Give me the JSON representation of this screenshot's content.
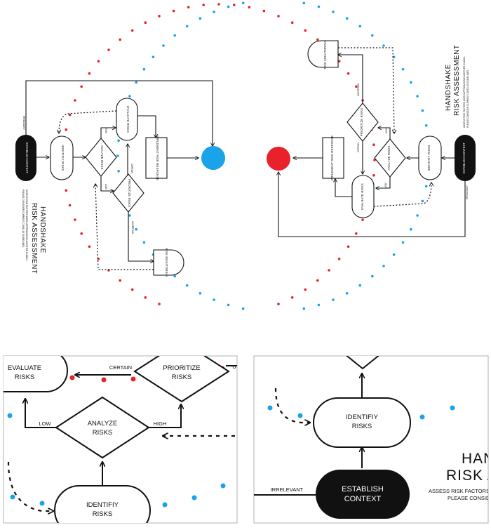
{
  "colors": {
    "accent_blue": "#1aa3e8",
    "accent_red": "#e8212b",
    "ink": "#111111",
    "panel_border": "#bdbdbd"
  },
  "left_diagram": {
    "title_line1": "HANDSHAKE",
    "title_line2": "RISK ASSESSMENT",
    "subtitle_line1": "ASSESS RISK FACTORS WHEN APPROACHING ANOTHER HUMAN.",
    "subtitle_line2": "PLEASE CONSIDER CURRENT COVID-19 GUIDELINES.",
    "establish_context": "ESTABLISH CONTEXT",
    "identify_risks": "IDENTIFIY RISKS",
    "analyze_risks": "ANALYZE RISKS",
    "evaluate_risks": "EVALUATE RISKS",
    "prioritize_risks": "PRIORITIZE RISKS",
    "implement_risk_response": "IMPLEMENT RISK RESPONSE",
    "risk_monitoring": "RISK MONITORING",
    "edge_irrelevant": "IRRELEVANT",
    "edge_low": "LOW",
    "edge_high": "HIGH",
    "edge_certain": "CERTAIN",
    "edge_uncertain": "UNCERTAIN"
  },
  "right_diagram": {
    "title_line1": "HANDSHAKE",
    "title_line2": "RISK ASSESSMENT",
    "subtitle_line1": "ASSESS RISK FACTORS WHEN APPROACHING ANOTHER HUMAN.",
    "subtitle_line2": "PLEASE CONSIDER CURRENT COVID-19 GUIDELINES.",
    "establish_context": "ESTABLISH CONTEXT",
    "identify_risks": "IDENTIFIY RISKS",
    "analyze_risks": "ANALYZE RISKS",
    "evaluate_risks": "EVALUATE RISKS",
    "prioritize_risks": "PRIORITIZE RISKS",
    "implement_risk_response": "IMPLEMENT RISK RESPONSE",
    "risk_monitoring": "RISK MONITORING",
    "edge_irrelevant": "IRRELEVANT",
    "edge_low": "LOW",
    "edge_high": "HIGH",
    "edge_certain": "CERTAIN",
    "edge_uncertain": "UNCERTAIN"
  },
  "zoom_left": {
    "evaluate_line1": "EVALUATE",
    "evaluate_line2": "RISKS",
    "prioritize_line1": "PRIORITIZE",
    "prioritize_line2": "RISKS",
    "analyze_line1": "ANALYZE",
    "analyze_line2": "RISKS",
    "identify_line1": "IDENTIFIY",
    "identify_line2": "RISKS",
    "edge_certain": "CERTAIN",
    "edge_low": "LOW",
    "edge_high": "HIGH",
    "edge_uncertain_partial": "U"
  },
  "zoom_right": {
    "identify_line1": "IDENTIFIY",
    "identify_line2": "RISKS",
    "establish_line1": "ESTABLISH",
    "establish_line2": "CONTEXT",
    "edge_irrelevant": "IRRELEVANT",
    "title_line1_partial": "HAN",
    "title_line2_partial": "RISK A",
    "subtitle_line1_partial": "ASSESS RISK FACTORS WI",
    "subtitle_line2_partial": "PLEASE CONSID"
  }
}
